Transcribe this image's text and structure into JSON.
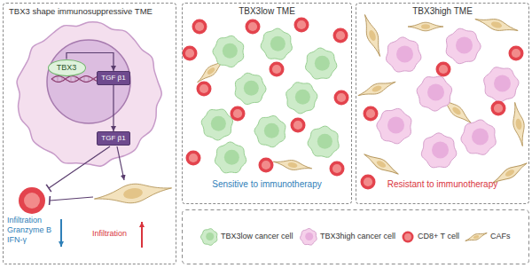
{
  "diagram": {
    "nodes": [
      {
        "text": [
          "TBX3 shape immunosuppressive TME"
        ]
      },
      {
        "text": [
          "TBX3"
        ],
        "in": 0
      },
      {
        "text": [
          "TGF β1"
        ],
        "in": 0
      },
      {
        "text": [
          "TGF β1"
        ],
        "in": 0
      },
      {
        "text": [
          "TBX3low TME",
          "Sensitive to immunotherapy"
        ]
      },
      {
        "text": [
          "TBX3high TME",
          "Resistant to immunotherapy"
        ]
      }
    ],
    "edges": [
      {
        "from": 1,
        "to": 2,
        "arrow": "to"
      },
      {
        "from": 2,
        "to": 3,
        "arrow": "to"
      }
    ],
    "labels": [
      "Infiltration",
      "Granzyme B",
      "IFN-γ",
      "Infiltration"
    ],
    "legend": [
      {
        "text": "TBX3low cancer cell"
      },
      {
        "text": "TBX3high cancer cell"
      },
      {
        "text": "CD8+ T cell"
      },
      {
        "text": "CAFs"
      }
    ]
  }
}
